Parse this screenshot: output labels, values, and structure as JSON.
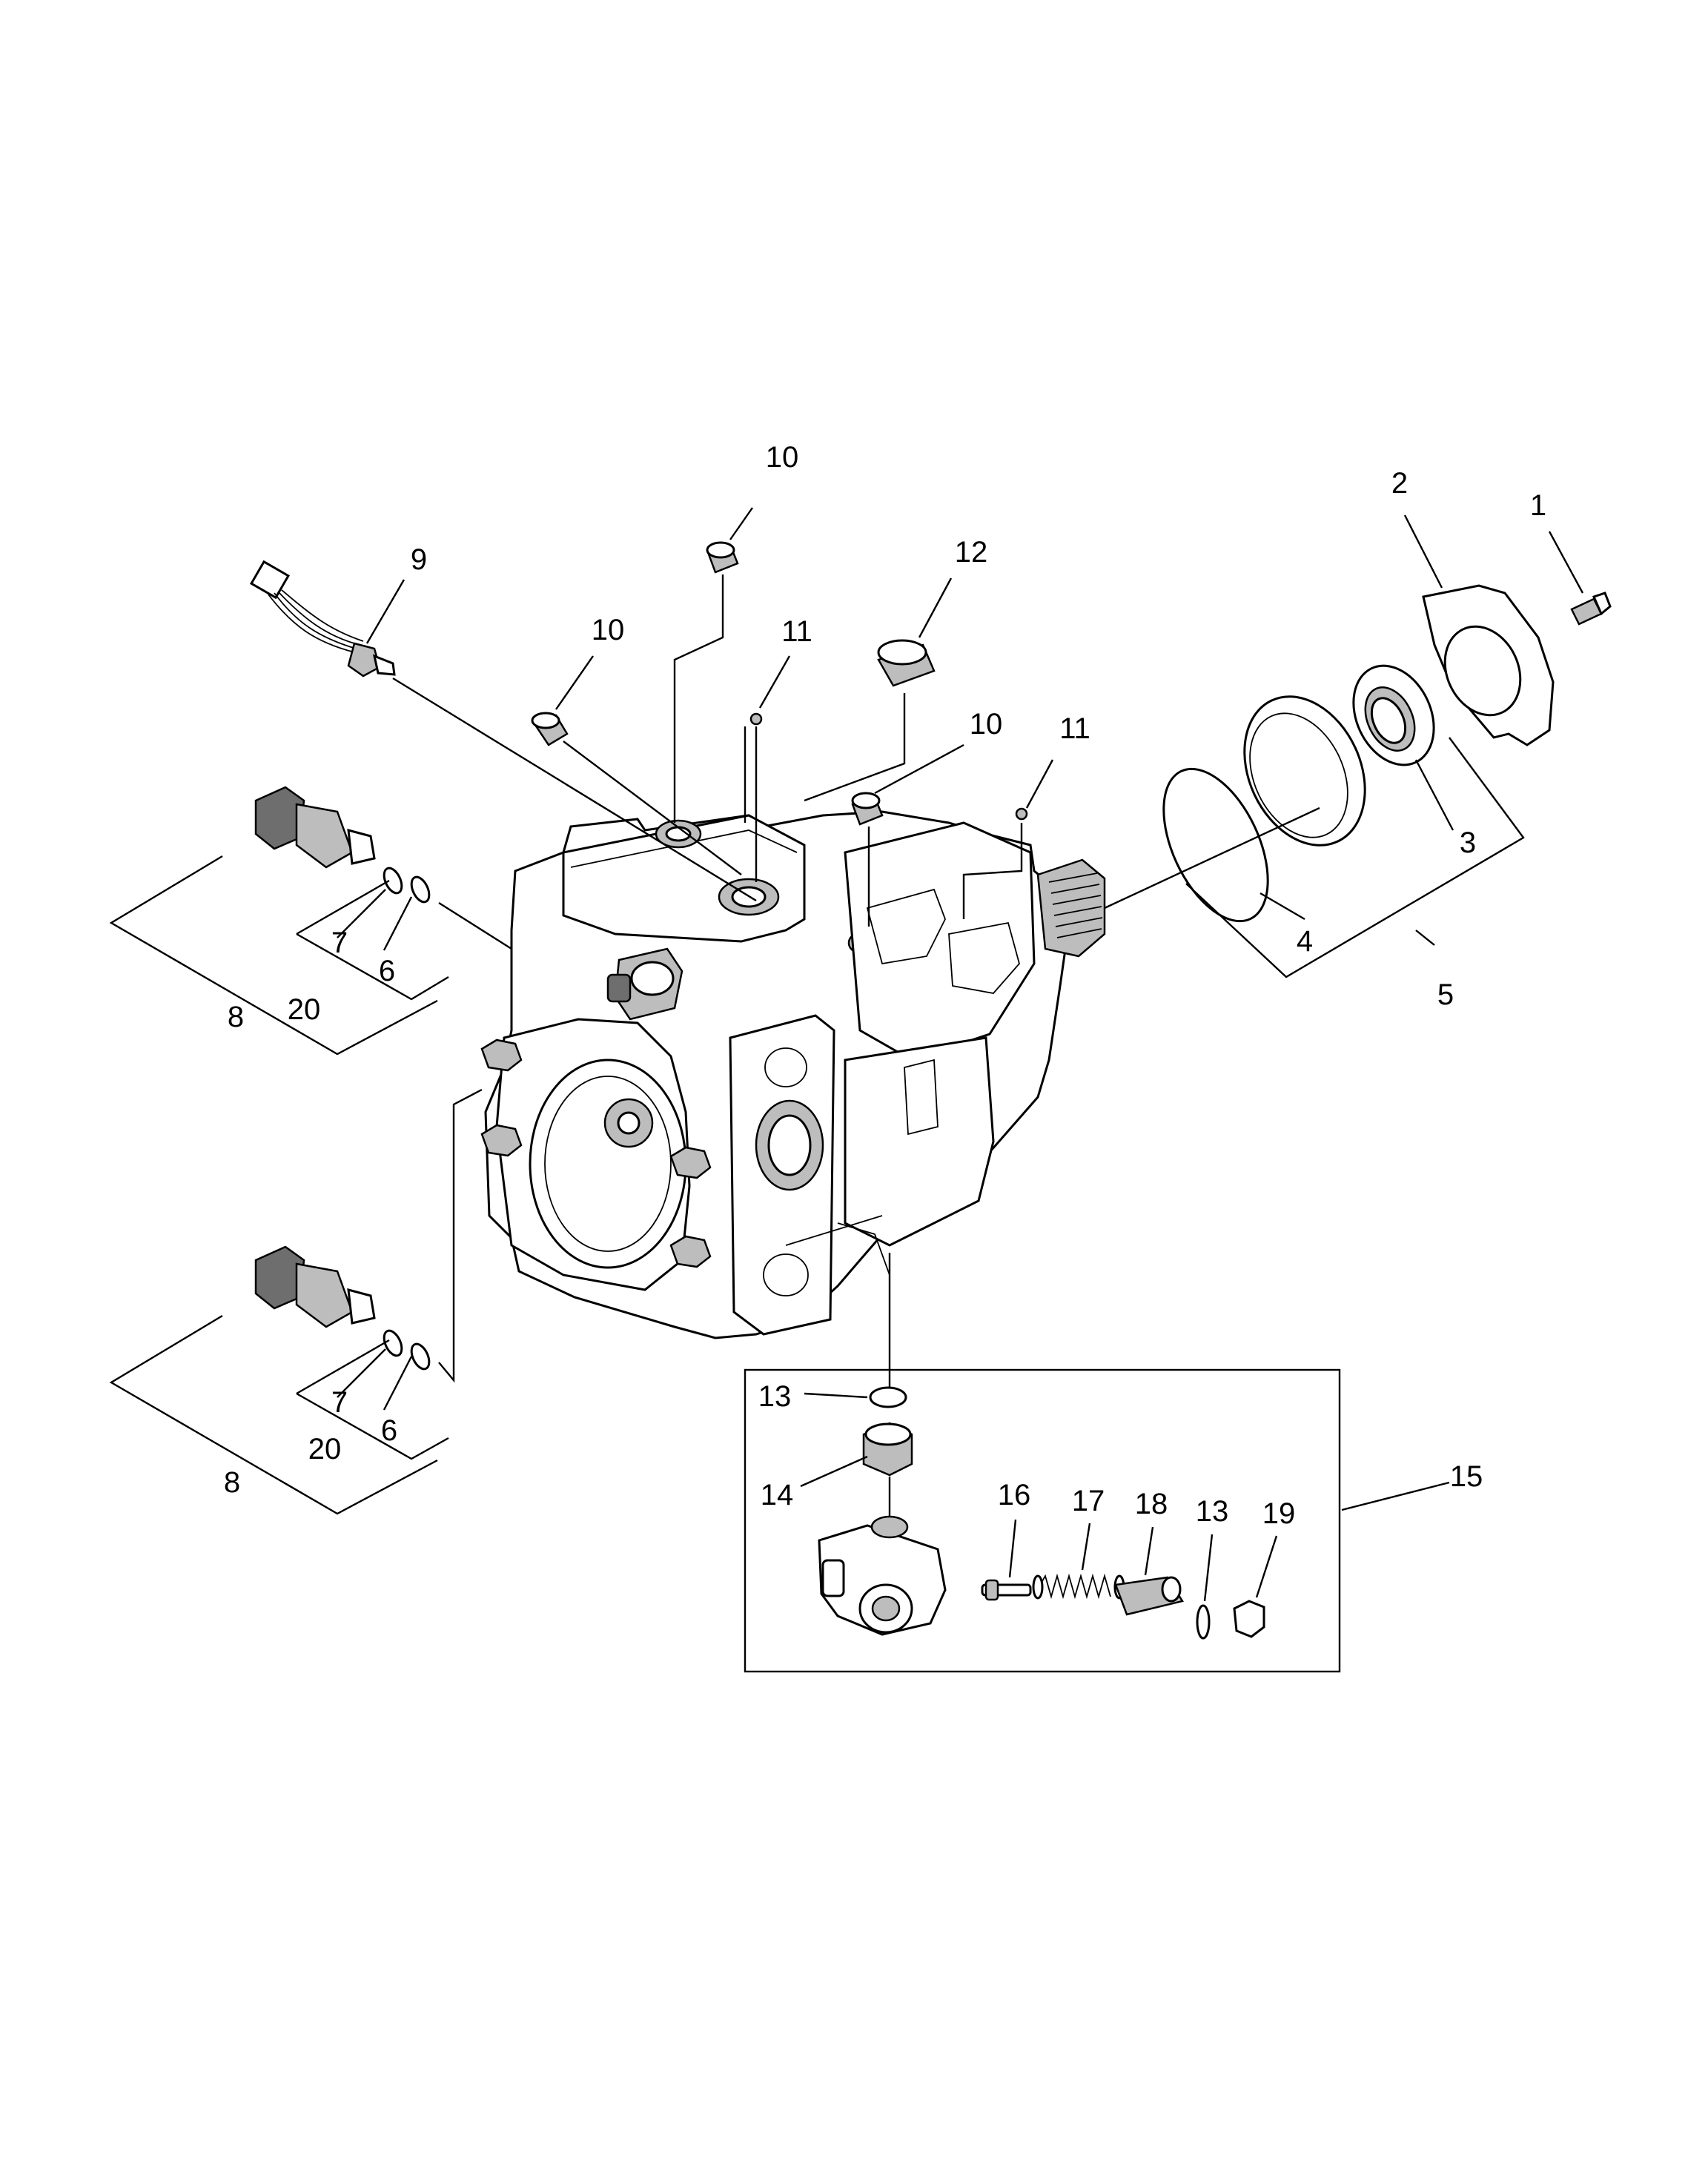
{
  "diagram": {
    "type": "exploded-parts-drawing",
    "callouts": [
      {
        "id": "c-1",
        "text": "1"
      },
      {
        "id": "c-2",
        "text": "2"
      },
      {
        "id": "c-3",
        "text": "3"
      },
      {
        "id": "c-4",
        "text": "4"
      },
      {
        "id": "c-5",
        "text": "5"
      },
      {
        "id": "c-6a",
        "text": "6"
      },
      {
        "id": "c-6b",
        "text": "6"
      },
      {
        "id": "c-7a",
        "text": "7"
      },
      {
        "id": "c-7b",
        "text": "7"
      },
      {
        "id": "c-8a",
        "text": "8"
      },
      {
        "id": "c-8b",
        "text": "8"
      },
      {
        "id": "c-9",
        "text": "9"
      },
      {
        "id": "c-10a",
        "text": "10"
      },
      {
        "id": "c-10b",
        "text": "10"
      },
      {
        "id": "c-10c",
        "text": "10"
      },
      {
        "id": "c-11a",
        "text": "11"
      },
      {
        "id": "c-11b",
        "text": "11"
      },
      {
        "id": "c-12",
        "text": "12"
      },
      {
        "id": "c-13a",
        "text": "13"
      },
      {
        "id": "c-13b",
        "text": "13"
      },
      {
        "id": "c-14",
        "text": "14"
      },
      {
        "id": "c-15",
        "text": "15"
      },
      {
        "id": "c-16",
        "text": "16"
      },
      {
        "id": "c-17",
        "text": "17"
      },
      {
        "id": "c-18",
        "text": "18"
      },
      {
        "id": "c-19",
        "text": "19"
      },
      {
        "id": "c-20a",
        "text": "20"
      },
      {
        "id": "c-20b",
        "text": "20"
      }
    ]
  }
}
